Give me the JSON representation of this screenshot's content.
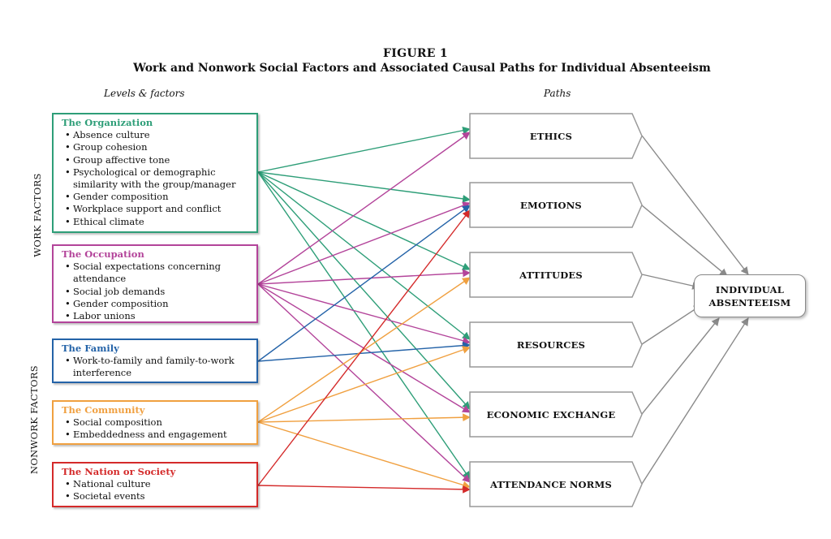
{
  "figure": {
    "number": "FIGURE 1",
    "title": "Work and Nonwork Social Factors and Associated Causal Paths for Individual Absenteeism"
  },
  "headings": {
    "levels": "Levels & factors",
    "paths": "Paths"
  },
  "side_labels": {
    "work": "WORK FACTORS",
    "nonwork": "NONWORK FACTORS"
  },
  "colors": {
    "organization": "#2e9e78",
    "occupation": "#b3449a",
    "family": "#2463a8",
    "community": "#f0a040",
    "nation": "#d42a2a",
    "outcome_link": "#8a8a8a"
  },
  "factors": [
    {
      "id": "organization",
      "title": "The Organization",
      "items": [
        "Absence culture",
        "Group cohesion",
        "Group affective tone",
        "Psychological or demographic similarity with the group/manager",
        "Gender composition",
        "Workplace support and conflict",
        "Ethical climate"
      ]
    },
    {
      "id": "occupation",
      "title": "The Occupation",
      "items": [
        "Social expectations concerning attendance",
        "Social job demands",
        "Gender composition",
        "Labor unions"
      ]
    },
    {
      "id": "family",
      "title": "The Family",
      "items": [
        "Work-to-family and family-to-work interference"
      ]
    },
    {
      "id": "community",
      "title": "The Community",
      "items": [
        "Social composition",
        "Embeddedness and engagement"
      ]
    },
    {
      "id": "nation",
      "title": "The Nation or Society",
      "items": [
        "National culture",
        "Societal events"
      ]
    }
  ],
  "paths": [
    "ETHICS",
    "EMOTIONS",
    "ATTITUDES",
    "RESOURCES",
    "ECONOMIC EXCHANGE",
    "ATTENDANCE NORMS"
  ],
  "outcome": {
    "line1": "INDIVIDUAL",
    "line2": "ABSENTEEISM"
  },
  "connections": [
    {
      "from": "organization",
      "to": [
        "ETHICS",
        "EMOTIONS",
        "ATTITUDES",
        "RESOURCES",
        "ECONOMIC EXCHANGE",
        "ATTENDANCE NORMS"
      ]
    },
    {
      "from": "occupation",
      "to": [
        "ETHICS",
        "EMOTIONS",
        "ATTITUDES",
        "RESOURCES",
        "ECONOMIC EXCHANGE",
        "ATTENDANCE NORMS"
      ]
    },
    {
      "from": "family",
      "to": [
        "EMOTIONS",
        "RESOURCES"
      ]
    },
    {
      "from": "community",
      "to": [
        "ATTITUDES",
        "RESOURCES",
        "ECONOMIC EXCHANGE",
        "ATTENDANCE NORMS"
      ]
    },
    {
      "from": "nation",
      "to": [
        "EMOTIONS",
        "ATTENDANCE NORMS"
      ]
    }
  ]
}
